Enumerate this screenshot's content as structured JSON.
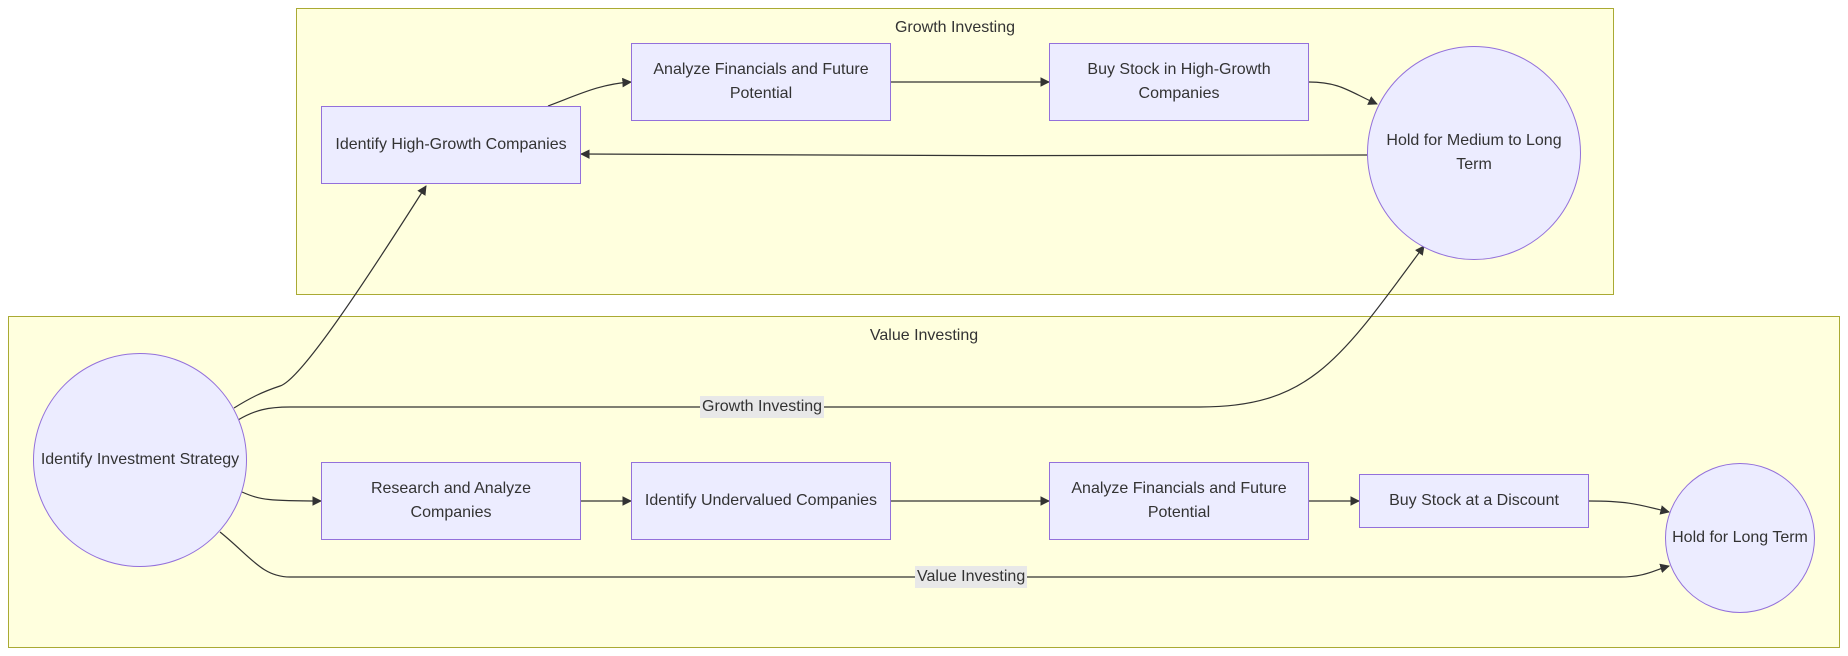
{
  "clusters": {
    "growth": {
      "title": "Growth Investing"
    },
    "value": {
      "title": "Value Investing"
    }
  },
  "nodes": {
    "identify_strategy": "Identify Investment Strategy",
    "identify_high_growth": "Identify High-Growth Companies",
    "analyze_financials_growth": "Analyze Financials and Future Potential",
    "buy_high_growth": "Buy Stock in High-Growth Companies",
    "hold_medium_long": "Hold for Medium to Long Term",
    "research_analyze": "Research and Analyze Companies",
    "identify_undervalued": "Identify Undervalued Companies",
    "analyze_financials_value": "Analyze Financials and Future Potential",
    "buy_discount": "Buy Stock at a Discount",
    "hold_long": "Hold for Long Term"
  },
  "edge_labels": {
    "growth": "Growth Investing",
    "value": "Value Investing"
  },
  "colors": {
    "cluster_fill": "#ffffde",
    "cluster_border": "#aaaa33",
    "node_fill": "#ececff",
    "node_border": "#9370db",
    "edge": "#333333",
    "edge_label_bg": "#e8e8e8"
  }
}
